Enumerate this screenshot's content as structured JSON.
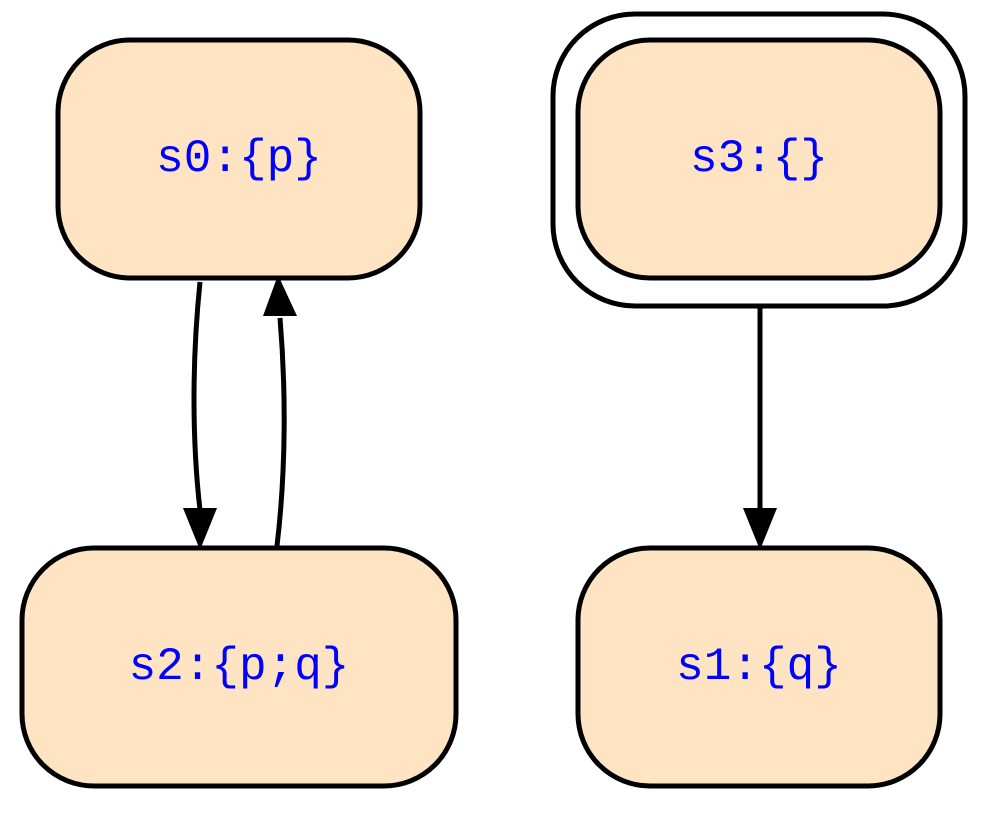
{
  "diagram": {
    "type": "state-transition-graph",
    "nodes": [
      {
        "id": "s0",
        "label": "s0:{p}",
        "initial": false
      },
      {
        "id": "s3",
        "label": "s3:{}",
        "initial": true
      },
      {
        "id": "s2",
        "label": "s2:{p;q}",
        "initial": false
      },
      {
        "id": "s1",
        "label": "s1:{q}",
        "initial": false
      }
    ],
    "edges": [
      {
        "from": "s0",
        "to": "s2"
      },
      {
        "from": "s2",
        "to": "s0"
      },
      {
        "from": "s3",
        "to": "s1"
      }
    ]
  },
  "colors": {
    "node_fill": "#ffe4c4",
    "node_stroke": "#000000",
    "label_text": "#0000ff",
    "edge": "#000000",
    "background": "#ffffff"
  }
}
